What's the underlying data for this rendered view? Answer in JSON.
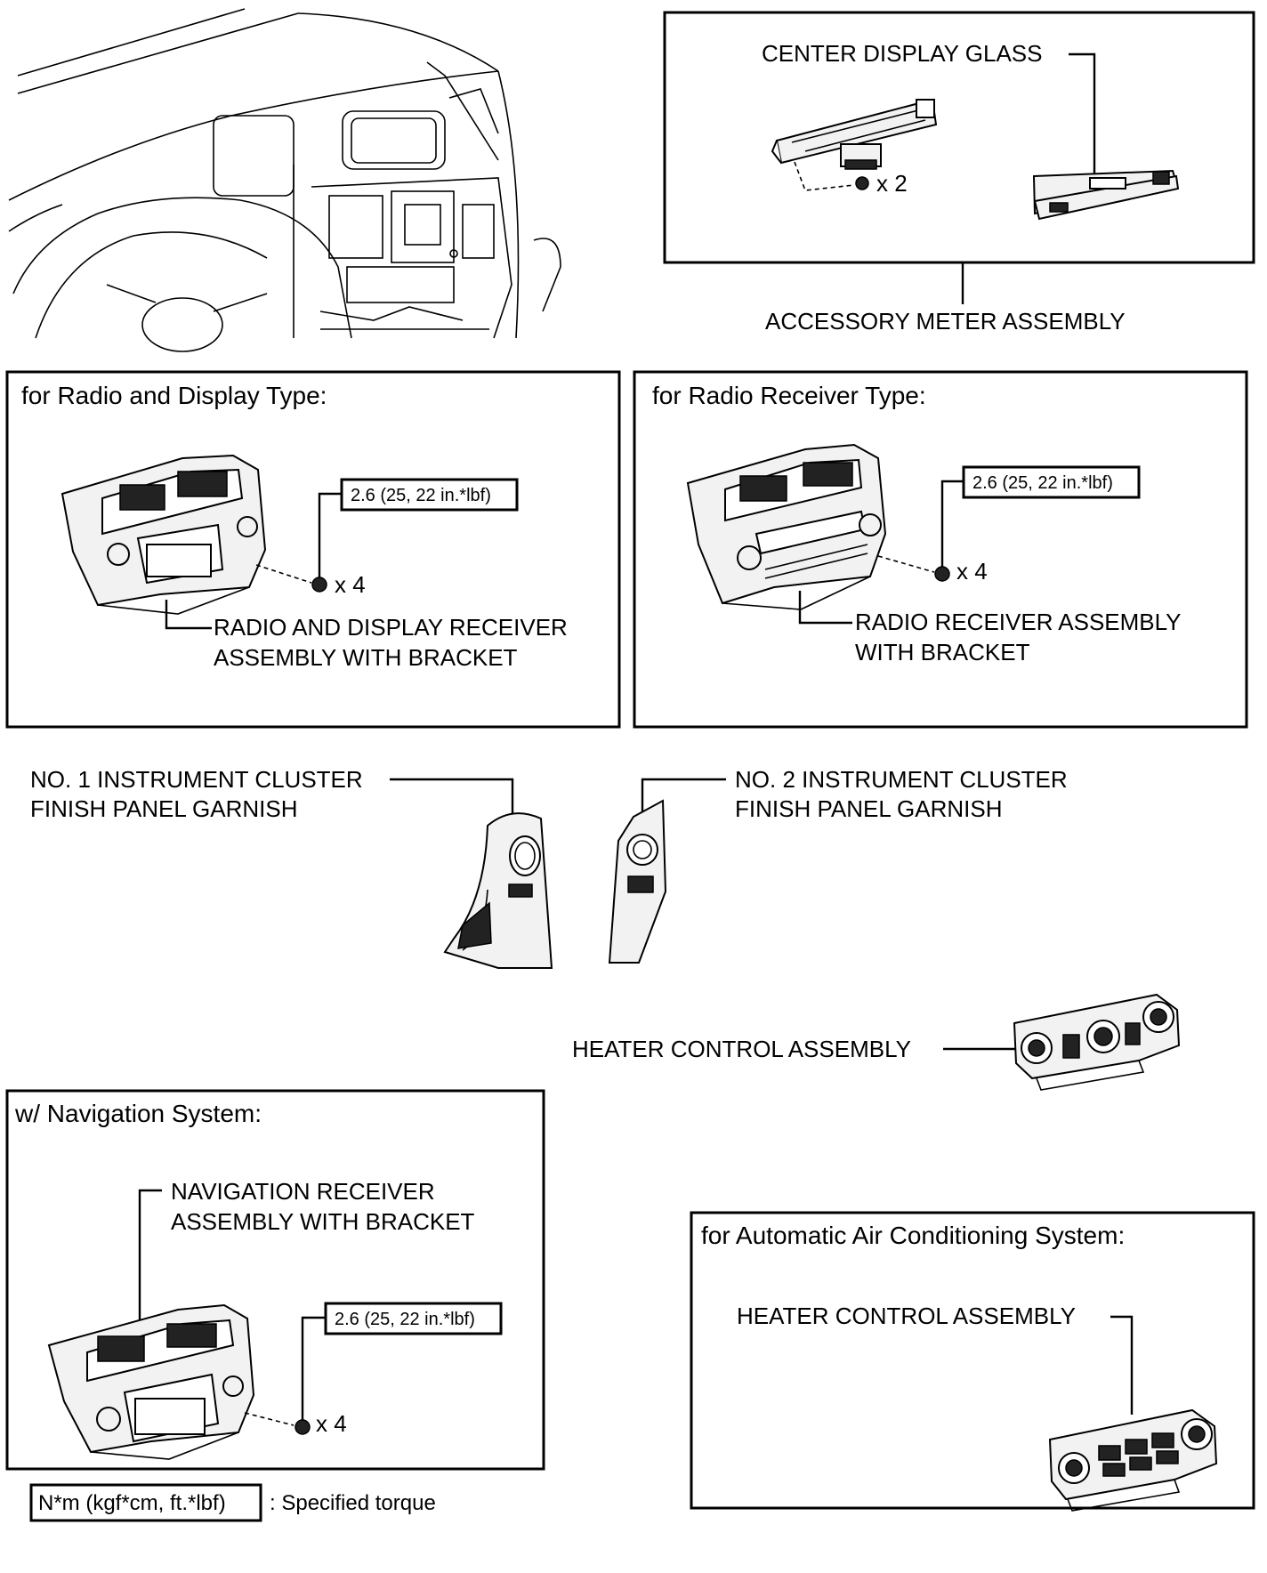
{
  "labels": {
    "center_display_glass": "CENTER DISPLAY GLASS",
    "accessory_meter_assembly": "ACCESSORY METER ASSEMBLY",
    "qty_x2": "x 2",
    "qty_x4": "x 4",
    "radio_display_receiver_line1": "RADIO AND DISPLAY RECEIVER",
    "radio_display_receiver_line2": "ASSEMBLY WITH BRACKET",
    "radio_receiver_line1": "RADIO RECEIVER ASSEMBLY",
    "radio_receiver_line2": "WITH BRACKET",
    "no1_garnish_line1": "NO. 1 INSTRUMENT CLUSTER",
    "no1_garnish_line2": "FINISH PANEL GARNISH",
    "no2_garnish_line1": "NO. 2 INSTRUMENT CLUSTER",
    "no2_garnish_line2": "FINISH PANEL GARNISH",
    "heater_control_assembly": "HEATER CONTROL ASSEMBLY",
    "navigation_receiver_line1": "NAVIGATION RECEIVER",
    "navigation_receiver_line2": "ASSEMBLY WITH BRACKET"
  },
  "subtitles": {
    "radio_and_display": "for Radio and Display Type:",
    "radio_receiver": "for Radio Receiver Type:",
    "navigation": "w/ Navigation System:",
    "auto_ac": "for Automatic Air Conditioning System:"
  },
  "torque": {
    "value": "2.6 (25, 22 in.*lbf)"
  },
  "legend": {
    "unit_box": "N*m (kgf*cm, ft.*lbf)",
    "description": ": Specified torque"
  }
}
